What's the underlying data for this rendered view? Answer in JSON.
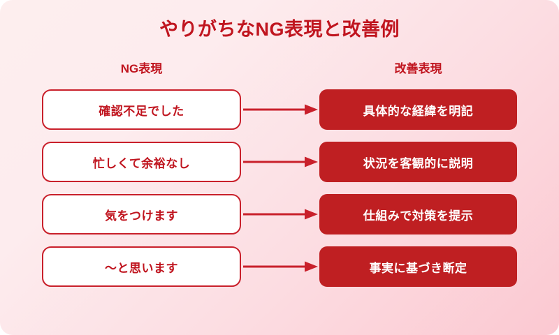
{
  "title": "やりがちなNG表現と改善例",
  "columns": {
    "left_header": "NG表現",
    "right_header": "改善表現"
  },
  "colors": {
    "accent_red": "#c0151f",
    "box_red_fill": "#bf1f22",
    "box_border": "#c9202b",
    "arrow": "#c9202b",
    "bg_start": "#fdeeee",
    "bg_end": "#fbc8d1",
    "text_on_red": "#ffffff"
  },
  "icons": {
    "arrow": "arrow-right-icon"
  },
  "rows": [
    {
      "ng": "確認不足でした",
      "improved": "具体的な経緯を明記"
    },
    {
      "ng": "忙しくて余裕なし",
      "improved": "状況を客観的に説明"
    },
    {
      "ng": "気をつけます",
      "improved": "仕組みで対策を提示"
    },
    {
      "ng": "〜と思います",
      "improved": "事実に基づき断定"
    }
  ]
}
